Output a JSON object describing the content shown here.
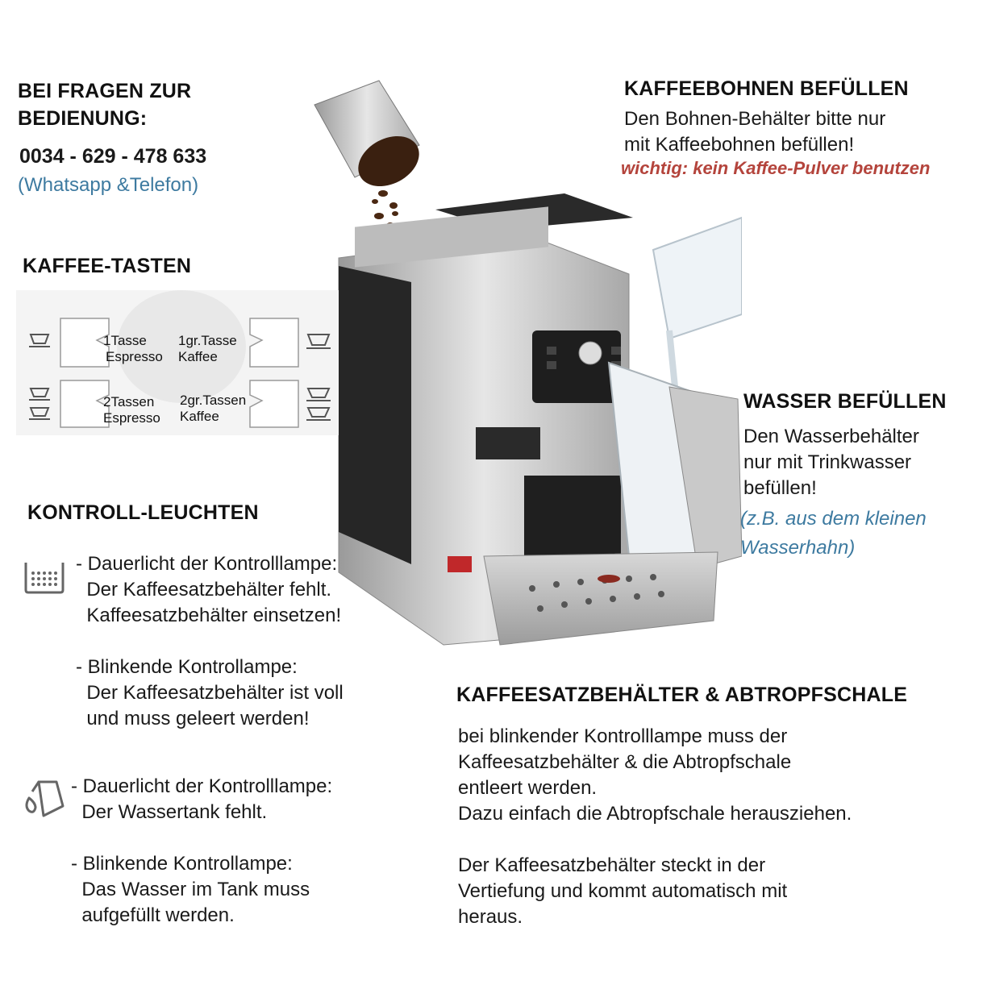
{
  "contact": {
    "heading_line1": "BEI FRAGEN ZUR",
    "heading_line2": "BEDIENUNG:",
    "phone": "0034 - 629 - 478 633",
    "channels": "(Whatsapp &Telefon)"
  },
  "beans": {
    "heading": "KAFFEEBOHNEN BEFÜLLEN",
    "line1": "Den Bohnen-Behälter bitte nur",
    "line2": "mit Kaffeebohnen befüllen!",
    "warning": "wichtig: kein Kaffee-Pulver benutzen"
  },
  "coffee_buttons": {
    "heading": "KAFFEE-TASTEN",
    "btn1": {
      "line1": "1Tasse",
      "line2": "Espresso"
    },
    "btn2": {
      "line1": "1gr.Tasse",
      "line2": "Kaffee"
    },
    "btn3": {
      "line1": "2Tassen",
      "line2": "Espresso"
    },
    "btn4": {
      "line1": "2gr.Tassen",
      "line2": "Kaffee"
    }
  },
  "water": {
    "heading": "WASSER BEFÜLLEN",
    "line1": "Den Wasserbehälter",
    "line2": "nur mit Trinkwasser",
    "line3": "befüllen!",
    "note1": "(z.B. aus dem kleinen",
    "note2": "Wasserhahn)"
  },
  "lights": {
    "heading": "KONTROLL-LEUCHTEN",
    "grounds_steady": [
      "- Dauerlicht der Kontrolllampe:",
      "  Der Kaffeesatzbehälter fehlt.",
      "  Kaffeesatzbehälter einsetzen!"
    ],
    "grounds_blink": [
      "- Blinkende Kontrollampe:",
      "  Der Kaffeesatzbehälter ist voll",
      "  und muss geleert werden!"
    ],
    "water_steady": [
      "- Dauerlicht der Kontrolllampe:",
      "  Der Wassertank fehlt."
    ],
    "water_blink": [
      "- Blinkende Kontrollampe:",
      "  Das Wasser im Tank muss",
      "  aufgefüllt werden."
    ]
  },
  "grounds": {
    "heading": "KAFFEESATZBEHÄLTER & ABTROPFSCHALE",
    "lines": [
      "bei blinkender Kontrolllampe muss der",
      "Kaffeesatzbehälter & die Abtropfschale",
      "entleert werden.",
      "Dazu einfach die Abtropfschale herausziehen.",
      "",
      "Der Kaffeesatzbehälter steckt in der",
      "Vertiefung und kommt automatisch mit",
      "heraus."
    ]
  }
}
